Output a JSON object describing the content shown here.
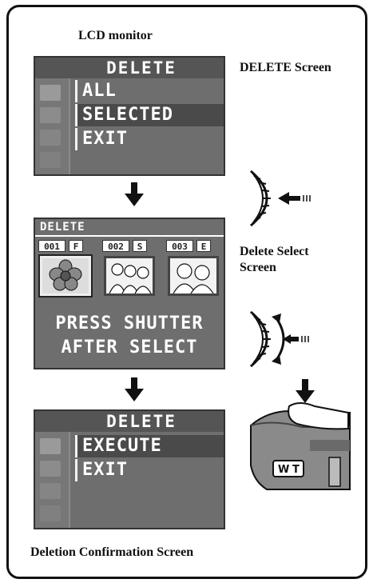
{
  "captions": {
    "lcd_monitor": "LCD monitor",
    "delete_screen": "DELETE Screen",
    "delete_select_screen_line1": "Delete Select",
    "delete_select_screen_line2": "Screen",
    "deletion_confirmation": "Deletion Confirmation Screen"
  },
  "screen1": {
    "title": "DELETE",
    "items": [
      "ALL",
      "SELECTED",
      "EXIT"
    ],
    "selected_index": 1
  },
  "screen2": {
    "title": "DELETE",
    "frames": [
      {
        "num": "001",
        "code": "F"
      },
      {
        "num": "002",
        "code": "S"
      },
      {
        "num": "003",
        "code": "E"
      }
    ],
    "message_line1": "PRESS SHUTTER",
    "message_line2": "AFTER SELECT"
  },
  "screen3": {
    "title": "DELETE",
    "items": [
      "EXECUTE",
      "EXIT"
    ],
    "selected_index": 0
  },
  "camera": {
    "button_w": "W",
    "button_t": "T"
  }
}
